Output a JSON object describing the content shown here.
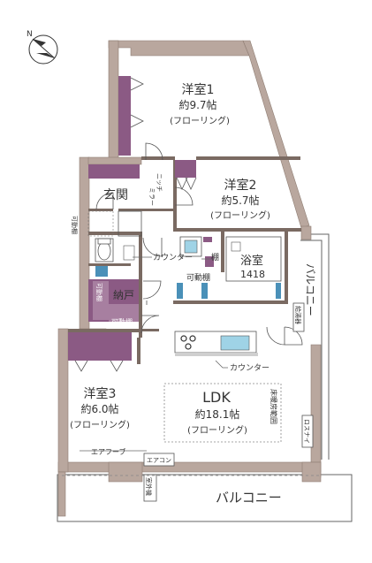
{
  "compass": {
    "north_label": "N"
  },
  "rooms": {
    "western1": {
      "name": "洋室1",
      "size": "約9.7帖",
      "floor": "(フローリング)"
    },
    "western2": {
      "name": "洋室2",
      "size": "約5.7帖",
      "floor": "(フローリング)"
    },
    "western3": {
      "name": "洋室3",
      "size": "約6.0帖",
      "floor": "(フローリング)"
    },
    "entrance": {
      "name": "玄関"
    },
    "bath": {
      "name": "浴室",
      "size": "1418"
    },
    "ldk": {
      "name": "LDK",
      "size": "約18.1帖",
      "floor": "(フローリング)"
    },
    "storage": {
      "name": "納戸"
    }
  },
  "labels": {
    "niche": "ニッチ",
    "mirror": "ミラー",
    "movable_shelf_left": "可動棚",
    "counter_top": "カウンター",
    "shelf": "棚",
    "movable_shelf_center": "可動棚",
    "storage_movable_shelf_1": "可動棚",
    "storage_movable_shelf_2": "可動棚",
    "water_heater": "給湯器",
    "counter_kitchen": "カウンター",
    "floor_heating": "床暖房範囲",
    "loft_storage": "ロスナイ",
    "air_hood": "エアフーブ",
    "aircon": "エアコン",
    "outdoor_unit": "室外機",
    "balcony_side": "バルコニー",
    "balcony_bottom": "バルコニー"
  },
  "colors": {
    "wall": "#b9a79e",
    "wall_stroke": "#8f7e74",
    "closet": "#8b5a84",
    "closet_light": "#a77fa0",
    "line": "#555555",
    "fixture": "#4a90b8",
    "fixture_light": "#9fd3e6"
  }
}
